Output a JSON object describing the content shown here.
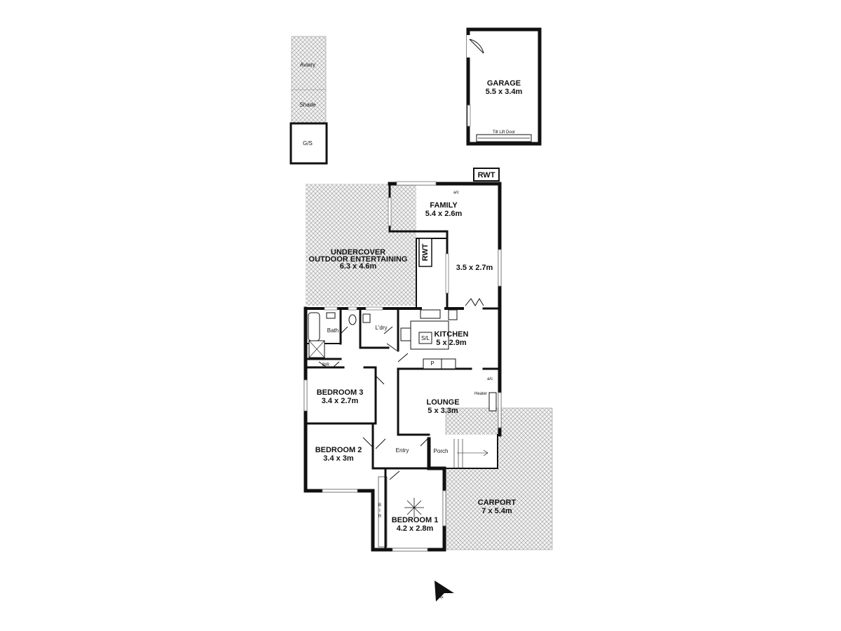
{
  "outbuildings": {
    "aviary": "Aviary",
    "shade": "Shade",
    "gs": "G/S"
  },
  "garage": {
    "name": "GARAGE",
    "size": "5.5 x 3.4m",
    "door": "Tilt Lift Door"
  },
  "rwt_top": "RWT",
  "rwt_inner": "RWT",
  "family": {
    "name": "FAMILY",
    "size": "5.4 x 2.6m",
    "ac": "a/c"
  },
  "undercover": {
    "line1": "UNDERCOVER",
    "line2": "OUTDOOR ENTERTAINING",
    "size": "6.3 x 4.6m"
  },
  "meals": {
    "size": "3.5 x 2.7m"
  },
  "bath": "Bath",
  "laundry": "L'dry",
  "kitchen": {
    "name": "KITCHEN",
    "size": "5 x 2.9m",
    "sink": "S/L",
    "pantry": "P"
  },
  "bir_top": "BIR",
  "bedroom3": {
    "name": "BEDROOM 3",
    "size": "3.4 x 2.7m"
  },
  "lounge": {
    "name": "LOUNGE",
    "size": "5 x 3.3m",
    "heater": "Heater",
    "ac": "a/c"
  },
  "bedroom2": {
    "name": "BEDROOM 2",
    "size": "3.4 x 3m"
  },
  "entry": "Entry",
  "porch": "Porch",
  "carport": {
    "name": "CARPORT",
    "size": "7 x 5.4m"
  },
  "bedroom1": {
    "name": "BEDROOM 1",
    "size": "4.2 x 2.8m",
    "bir_letters": [
      "B",
      "I",
      "R"
    ]
  },
  "north": "N",
  "colors": {
    "wall": "#111111",
    "hatch": "#9a9a9a",
    "background": "#ffffff"
  }
}
